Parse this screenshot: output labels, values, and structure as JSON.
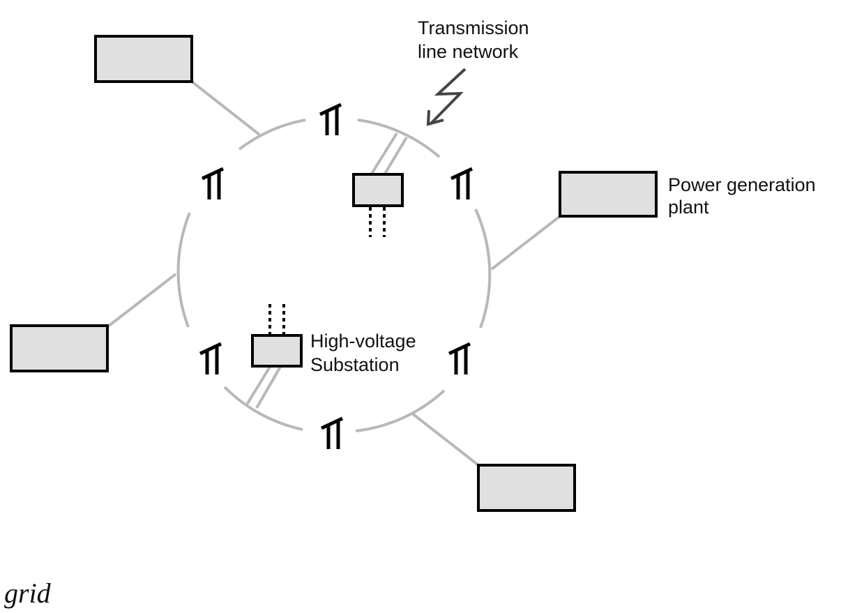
{
  "diagram": {
    "type": "ring power grid",
    "labels": {
      "transmission": [
        "Transmission",
        "line network"
      ],
      "power_plant": [
        "Power generation",
        "plant"
      ],
      "substation": [
        "High-voltage",
        "Substation"
      ]
    },
    "caption": "grid",
    "nodes": {
      "power_plants": [
        "plant-top-left",
        "plant-right",
        "plant-left",
        "plant-bottom-right"
      ],
      "substations": [
        "substation-upper",
        "substation-lower"
      ],
      "towers": 6
    },
    "colors": {
      "ring": "#b8b8b8",
      "box_fill": "#e0e0e0",
      "box_stroke": "#000000",
      "tower": "#000000",
      "arrow": "#444444"
    }
  }
}
